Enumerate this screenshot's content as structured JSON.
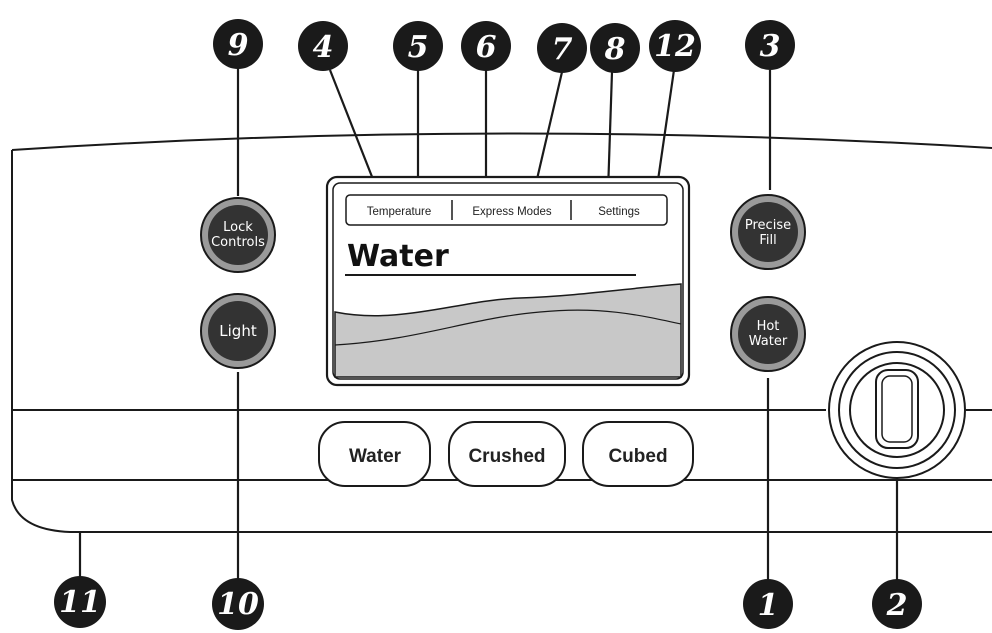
{
  "display": {
    "tabs": [
      "Temperature",
      "Express Modes",
      "Settings"
    ],
    "title": "Water"
  },
  "round_buttons": {
    "lock": [
      "Lock",
      "Controls"
    ],
    "light": [
      "Light"
    ],
    "precise_fill": [
      "Precise",
      "Fill"
    ],
    "hot_water": [
      "Hot",
      "Water"
    ]
  },
  "dispense_buttons": [
    "Water",
    "Crushed",
    "Cubed"
  ],
  "callouts": {
    "c9": "9",
    "c4": "4",
    "c5": "5",
    "c6": "6",
    "c7": "7",
    "c8": "8",
    "c12": "12",
    "c3": "3",
    "c11": "11",
    "c10": "10",
    "c1": "1",
    "c2": "2"
  },
  "colors": {
    "line": "#1a1a1a",
    "callout": "#1a1a1a",
    "button_dark": "#333333",
    "button_ring": "#9a9a9a",
    "screen_fill": "#c8c8c8"
  }
}
